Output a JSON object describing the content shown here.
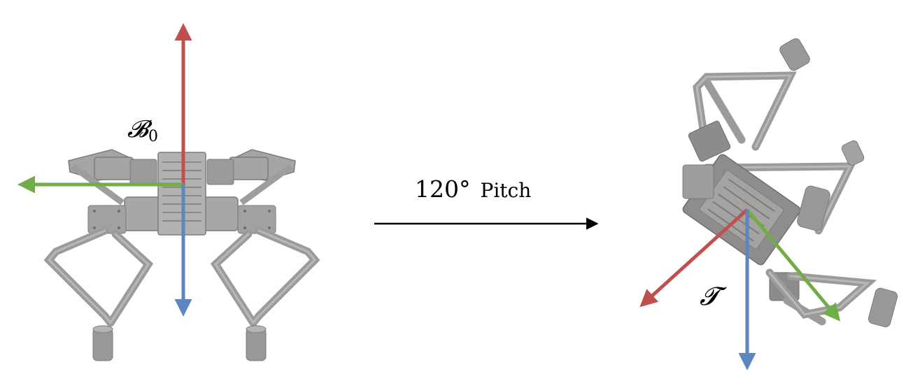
{
  "left_frame": {
    "label": "𝓑",
    "subscript": "0"
  },
  "right_frame": {
    "label": "𝓣"
  },
  "transition": {
    "degrees": "120°",
    "word": "Pitch"
  },
  "colors": {
    "axis_red": "#c0504d",
    "axis_green": "#70ad47",
    "axis_blue": "#5b86c0",
    "robot_body": "#a7a5a3",
    "robot_dark": "#7d7b79",
    "robot_shadow": "#8c8a88",
    "arrow_black": "#000000"
  },
  "icons": {
    "left_robot": "quadruped-robot-upright-icon",
    "right_robot": "quadruped-robot-pitched-icon"
  }
}
